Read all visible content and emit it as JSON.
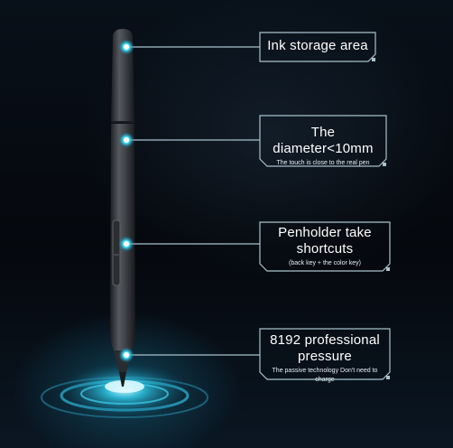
{
  "callouts": [
    {
      "title": "Ink storage area"
    },
    {
      "title": "The diameter<10mm",
      "subtitle": "The touch is close to the real pen"
    },
    {
      "title_line1": "Penholder take",
      "title_line2": "shortcuts",
      "subtitle": "(back key + the color key)"
    },
    {
      "title_line1": "8192 professional",
      "title_line2": "pressure",
      "subtitle": "The passive technology Don't need to charge"
    }
  ],
  "colors": {
    "accent": "#2fd4ef",
    "frame": "#a9c2cc",
    "background": "#05090f",
    "pen_body": "#3a3d42"
  }
}
